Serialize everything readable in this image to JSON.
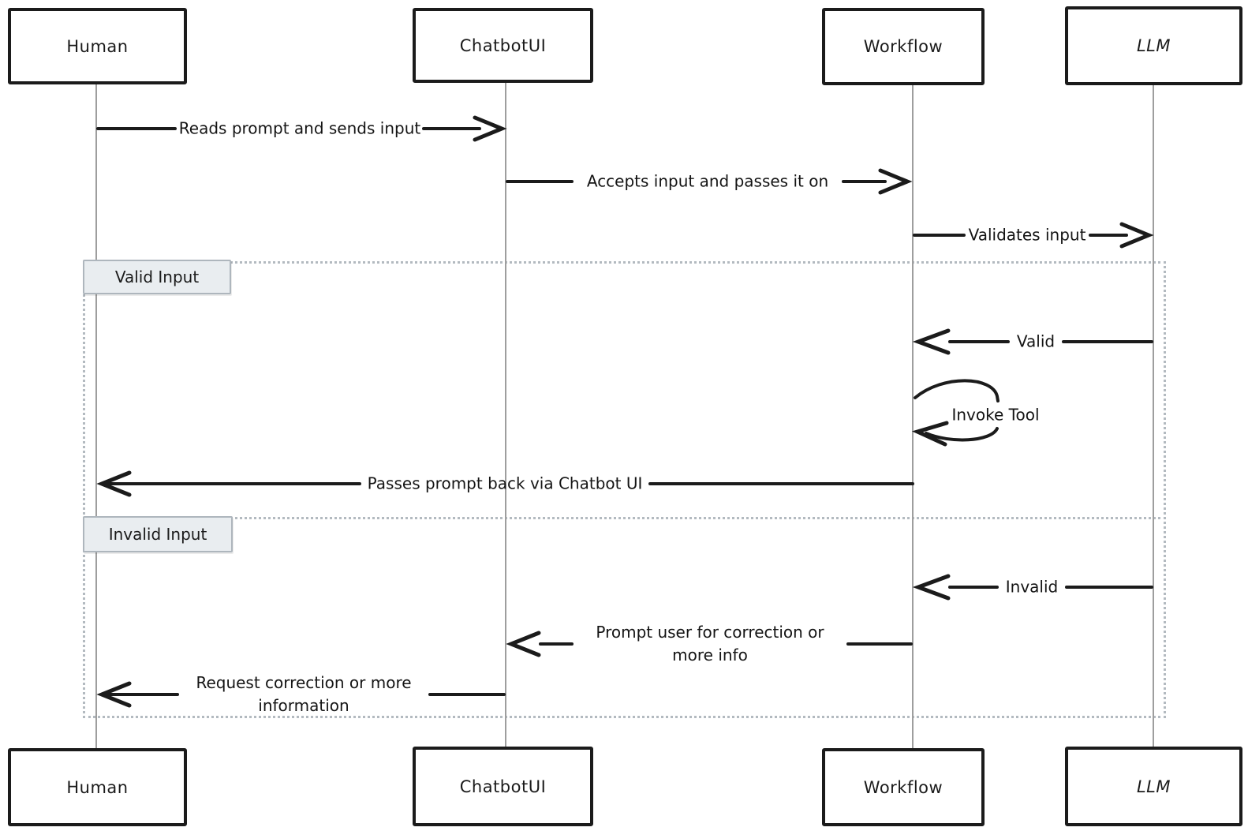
{
  "diagram": {
    "type": "sequence-diagram",
    "style": "hand-drawn",
    "actors": [
      {
        "name": "Human"
      },
      {
        "name": "ChatbotUI"
      },
      {
        "name": "Workflow"
      },
      {
        "name": "LLM"
      }
    ],
    "messages": [
      {
        "from": "Human",
        "to": "ChatbotUI",
        "label": "Reads prompt and sends input"
      },
      {
        "from": "ChatbotUI",
        "to": "Workflow",
        "label": "Accepts input and passes it on"
      },
      {
        "from": "Workflow",
        "to": "LLM",
        "label": "Validates input"
      },
      {
        "from": "LLM",
        "to": "Workflow",
        "label": "Valid",
        "section": "Valid Input"
      },
      {
        "from": "Workflow",
        "to": "Workflow",
        "label": "Invoke Tool",
        "section": "Valid Input",
        "self_message": true
      },
      {
        "from": "Workflow",
        "to": "Human",
        "label": "Passes prompt back via Chatbot UI",
        "section": "Valid Input"
      },
      {
        "from": "LLM",
        "to": "Workflow",
        "label": "Invalid",
        "section": "Invalid Input"
      },
      {
        "from": "Workflow",
        "to": "ChatbotUI",
        "label": "Prompt user for correction or more info",
        "section": "Invalid Input"
      },
      {
        "from": "ChatbotUI",
        "to": "Human",
        "label": "Request correction or more information",
        "section": "Invalid Input"
      }
    ],
    "alt_sections": [
      {
        "label": "Valid Input"
      },
      {
        "label": "Invalid Input"
      }
    ],
    "colors": {
      "background": "#ffffff",
      "message_line": "#1b1b1b",
      "lifeline": "#9e9e9e",
      "frame_border": "#b3bac0",
      "section_label_bg": "#e9edf0",
      "section_label_border": "#aeb6bd",
      "text": "#141414"
    }
  }
}
